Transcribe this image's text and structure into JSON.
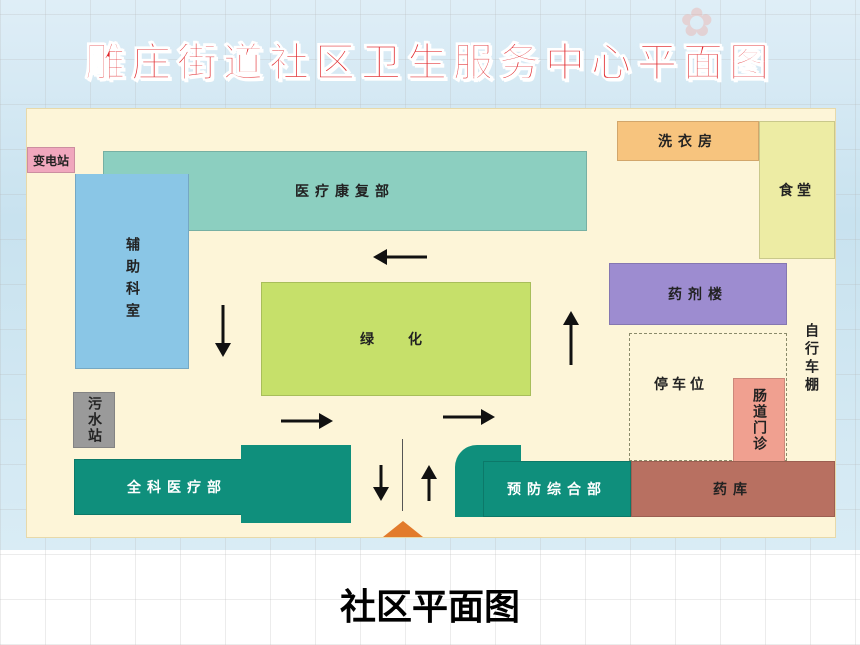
{
  "title": "雕庄街道社区卫生服务中心平面图",
  "caption": "社区平面图",
  "rooms": {
    "substation": "变电站",
    "rehab": "医疗康复部",
    "aux": "辅助科室",
    "sewage": "污水站",
    "greenery": "绿　化",
    "general": "全科医疗部",
    "prevention": "预防综合部",
    "laundry": "洗衣房",
    "canteen": "食堂",
    "pharmacy_bldg": "药剂楼",
    "parking": "停车位",
    "bike_shed": "自行车棚",
    "gastro_clinic": "肠道门诊",
    "drug_store": "药库"
  },
  "colors": {
    "title": "#e0262a",
    "teal_light": "#8ccfc0",
    "teal_dark": "#0f8f7c",
    "blue": "#8ac6e6",
    "green": "#c6e06a",
    "orange": "#f7c47e",
    "yellow": "#edeca4",
    "purple": "#9d8cd0",
    "brown": "#b87061",
    "pink": "#f0a090"
  }
}
